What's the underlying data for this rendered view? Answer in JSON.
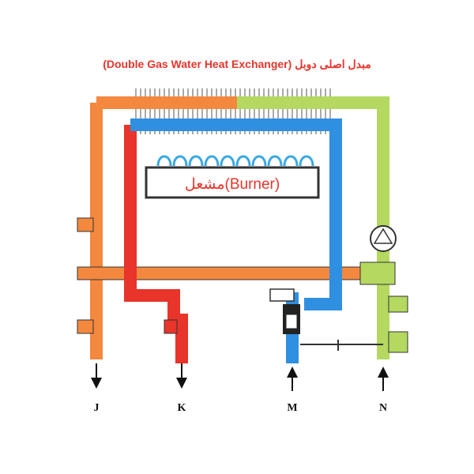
{
  "title": "(Double Gas Water Heat Exchanger) مبدل اصلی دوبل",
  "burner_label": "مشعل(Burner)",
  "ports": [
    {
      "id": "J",
      "label": "J",
      "direction": "out"
    },
    {
      "id": "K",
      "label": "K",
      "direction": "out"
    },
    {
      "id": "M",
      "label": "M",
      "direction": "in"
    },
    {
      "id": "N",
      "label": "N",
      "direction": "in"
    }
  ],
  "colors": {
    "title": "#e8342a",
    "orange": "#f4883e",
    "red": "#e8342a",
    "blue": "#2f8fe0",
    "green": "#b4d860",
    "outline": "#333333",
    "flame": "#39a9e3",
    "fins": "#555555",
    "valve_body": "#222222",
    "pump_fill": "#ffffff"
  },
  "icons": {
    "pump": "pump-icon",
    "valve": "valve-icon",
    "arrow_out": "arrow-down-icon",
    "arrow_in": "arrow-up-icon"
  }
}
